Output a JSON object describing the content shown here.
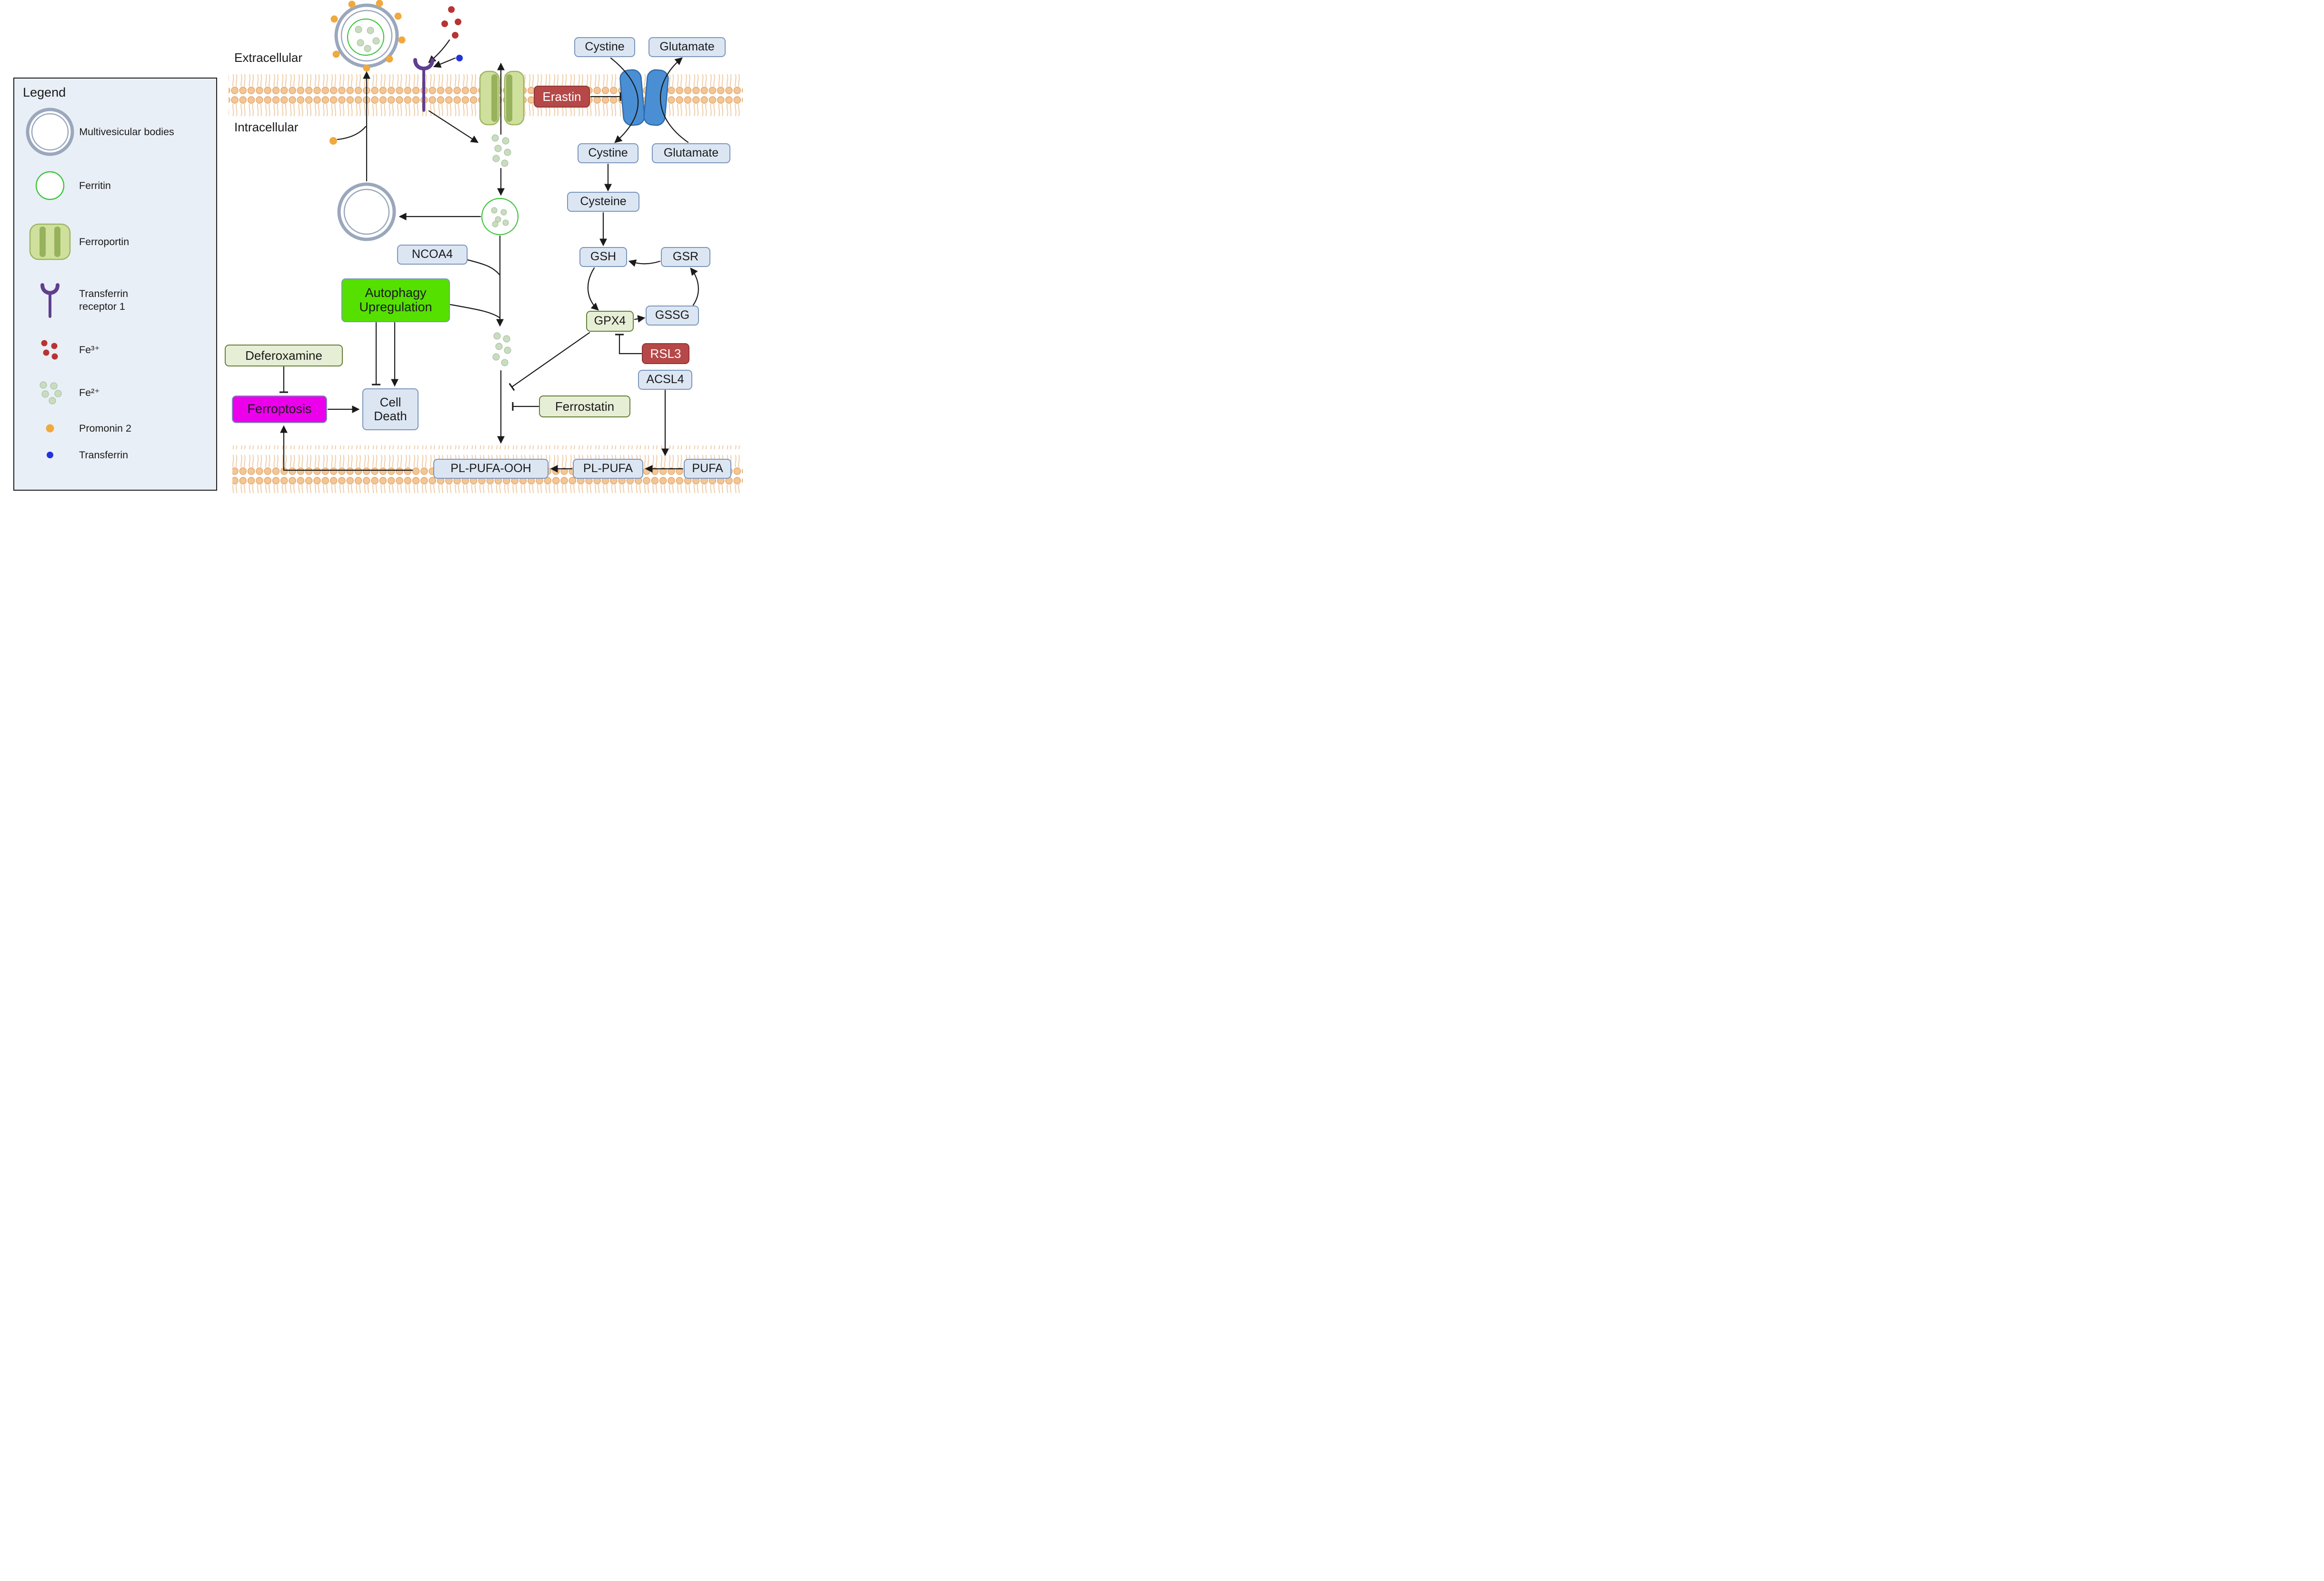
{
  "title": "Ferroptosis pathway diagram",
  "colors": {
    "node_fill": "#dce6f3",
    "node_border": "#7b96bb",
    "inhibitor_fill": "#b64848",
    "inhibitor_border": "#8f3636",
    "drug_fill": "#e7eed6",
    "drug_border": "#647f36",
    "autophagy_fill": "#55e000",
    "ferroptosis_fill": "#ec00ec",
    "membrane_head": "#f3c795",
    "fe2_dot": "#c9dcc0",
    "fe3_dot": "#b93333",
    "promonin_dot": "#f0a93c",
    "transferrin_dot": "#2233dd"
  },
  "compartments": {
    "extracellular": "Extracellular",
    "intracellular": "Intracellular"
  },
  "legend": {
    "title": "Legend",
    "items": [
      {
        "label": "Multivesicular bodies"
      },
      {
        "label": "Ferritin"
      },
      {
        "label": "Ferroportin"
      },
      {
        "label": "Transferrin receptor 1"
      },
      {
        "label": "Fe³⁺"
      },
      {
        "label": "Fe²⁺"
      },
      {
        "label": "Promonin 2"
      },
      {
        "label": "Transferrin"
      }
    ]
  },
  "nodes": {
    "cystine_top": "Cystine",
    "glutamate_top": "Glutamate",
    "erastin": "Erastin",
    "cystine_in": "Cystine",
    "glutamate_in": "Glutamate",
    "cysteine": "Cysteine",
    "gsh": "GSH",
    "gsr": "GSR",
    "gpx4": "GPX4",
    "gssg": "GSSG",
    "rsl3": "RSL3",
    "acsl4": "ACSL4",
    "ferrostatin": "Ferrostatin",
    "ncoa4": "NCOA4",
    "autophagy": "Autophagy Upregulation",
    "deferoxamine": "Deferoxamine",
    "ferroptosis": "Ferroptosis",
    "cell_death": "Cell Death",
    "pufa": "PUFA",
    "pl_pufa": "PL-PUFA",
    "pl_pufa_ooh": "PL-PUFA-OOH"
  }
}
